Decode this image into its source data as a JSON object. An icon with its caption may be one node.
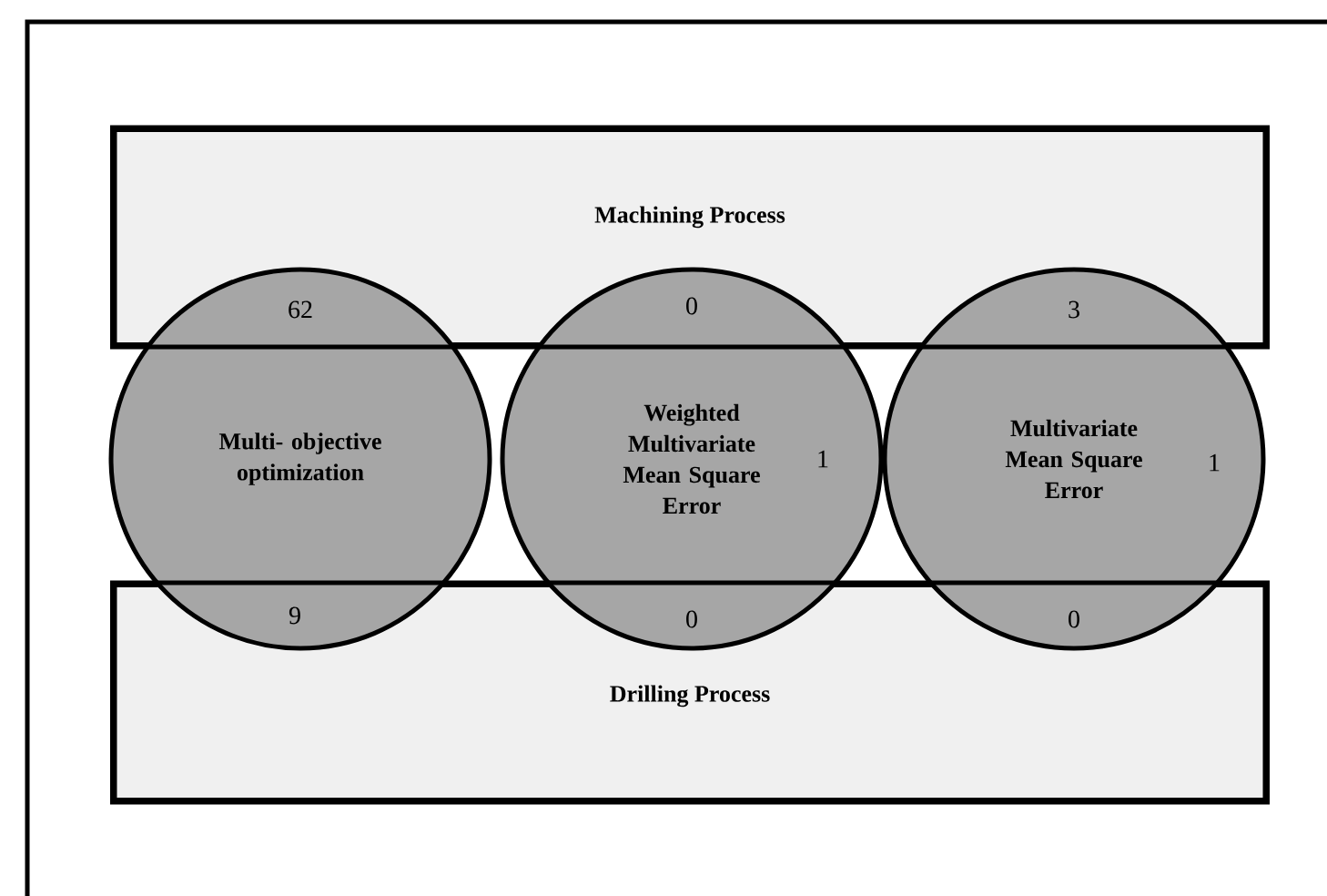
{
  "diagram": {
    "nodes": [
      {
        "text": [
          "Machining Process"
        ]
      },
      {
        "text": [
          "Multi- objective optimization"
        ]
      },
      {
        "text": [
          "Weighted Multivariate Mean Square Error"
        ]
      },
      {
        "text": [
          "Multivariate Mean Square Error"
        ]
      },
      {
        "text": [
          "Drilling Process"
        ]
      }
    ],
    "labels": [
      "62",
      "0",
      "3",
      "1",
      "1",
      "9",
      "0",
      "0"
    ]
  }
}
